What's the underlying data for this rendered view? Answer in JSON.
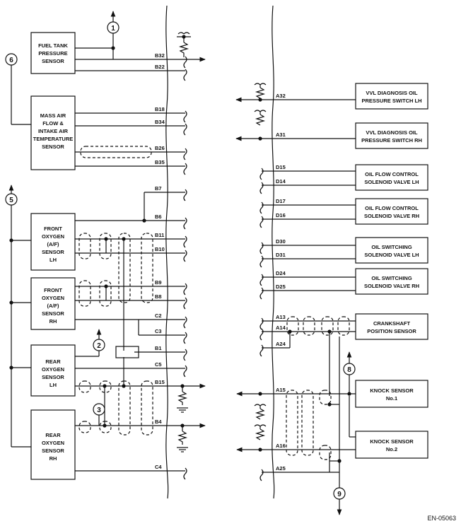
{
  "diagram_code": "EN-05063",
  "markers": [
    "1",
    "6",
    "5",
    "2",
    "3",
    "8",
    "9"
  ],
  "left_components": {
    "fuel_tank_pressure_sensor": [
      "FUEL TANK",
      "PRESSURE",
      "SENSOR"
    ],
    "mass_air_flow_sensor": [
      "MASS AIR",
      "FLOW &",
      "INTAKE AIR",
      "TEMPERATURE",
      "SENSOR"
    ],
    "front_oxygen_sensor_lh": [
      "FRONT",
      "OXYGEN",
      "(A/F)",
      "SENSOR",
      "LH"
    ],
    "front_oxygen_sensor_rh": [
      "FRONT",
      "OXYGEN",
      "(A/F)",
      "SENSOR",
      "RH"
    ],
    "rear_oxygen_sensor_lh": [
      "REAR",
      "OXYGEN",
      "SENSOR",
      "LH"
    ],
    "rear_oxygen_sensor_rh": [
      "REAR",
      "OXYGEN",
      "SENSOR",
      "RH"
    ]
  },
  "right_components": {
    "vvl_switch_lh": [
      "VVL DIAGNOSIS OIL",
      "PRESSURE SWITCH LH"
    ],
    "vvl_switch_rh": [
      "VVL DIAGNOSIS OIL",
      "PRESSURE SWITCH RH"
    ],
    "oil_flow_valve_lh": [
      "OIL FLOW CONTROL",
      "SOLENOID VALVE LH"
    ],
    "oil_flow_valve_rh": [
      "OIL FLOW CONTROL",
      "SOLENOID VALVE RH"
    ],
    "oil_switching_valve_lh": [
      "OIL SWITCHING",
      "SOLENOID VALVE LH"
    ],
    "oil_switching_valve_rh": [
      "OIL SWITCHING",
      "SOLENOID VALVE RH"
    ],
    "crankshaft_sensor": [
      "CRANKSHAFT",
      "POSITION SENSOR"
    ],
    "knock_sensor_1": [
      "KNOCK SENSOR",
      "No.1"
    ],
    "knock_sensor_2": [
      "KNOCK SENSOR",
      "No.2"
    ]
  },
  "left_pins": [
    "B32",
    "B22",
    "B18",
    "B34",
    "B26",
    "B35",
    "B7",
    "B6",
    "B11",
    "B10",
    "B9",
    "B8",
    "C2",
    "C3",
    "B1",
    "C5",
    "B15",
    "B4",
    "C4"
  ],
  "right_pins": [
    "A32",
    "A31",
    "D15",
    "D14",
    "D17",
    "D16",
    "D30",
    "D31",
    "D24",
    "D25",
    "A13",
    "A14",
    "A24",
    "A15",
    "A16",
    "A25"
  ]
}
